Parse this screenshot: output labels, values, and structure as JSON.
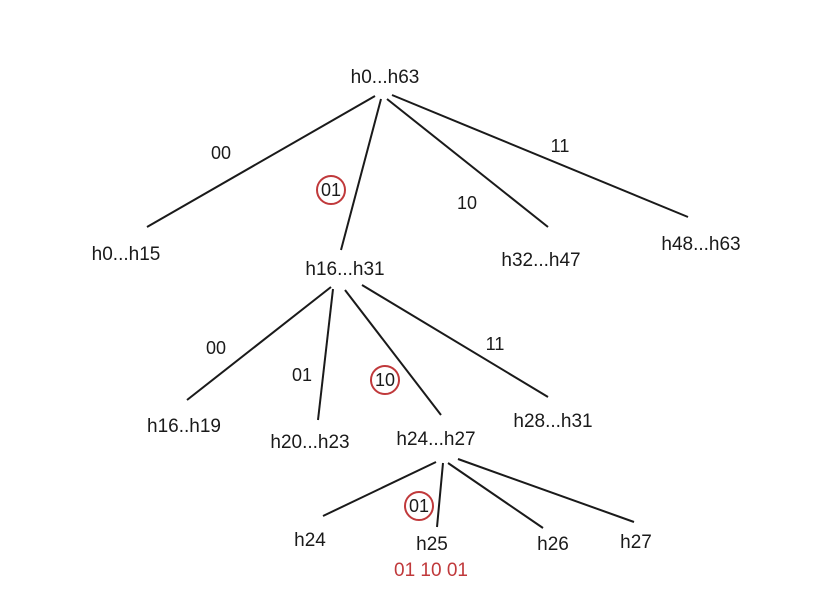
{
  "colors": {
    "line": "#1a1a1a",
    "highlight": "#c0393b"
  },
  "nodes": {
    "root": "h0...h63",
    "l1_00": "h0...h15",
    "l1_01": "h16...h31",
    "l1_10": "h32...h47",
    "l1_11": "h48...h63",
    "l2_00": "h16..h19",
    "l2_01": "h20...h23",
    "l2_10": "h24...h27",
    "l2_11": "h28...h31",
    "l3_00": "h24",
    "l3_01": "h25",
    "l3_10": "h26",
    "l3_11": "h27"
  },
  "edge_labels": {
    "root_00": "00",
    "root_01": "01",
    "root_10": "10",
    "root_11": "11",
    "mid_00": "00",
    "mid_01": "01",
    "mid_10": "10",
    "mid_11": "11",
    "leaf_01": "01"
  },
  "path_code": "01 10 01"
}
